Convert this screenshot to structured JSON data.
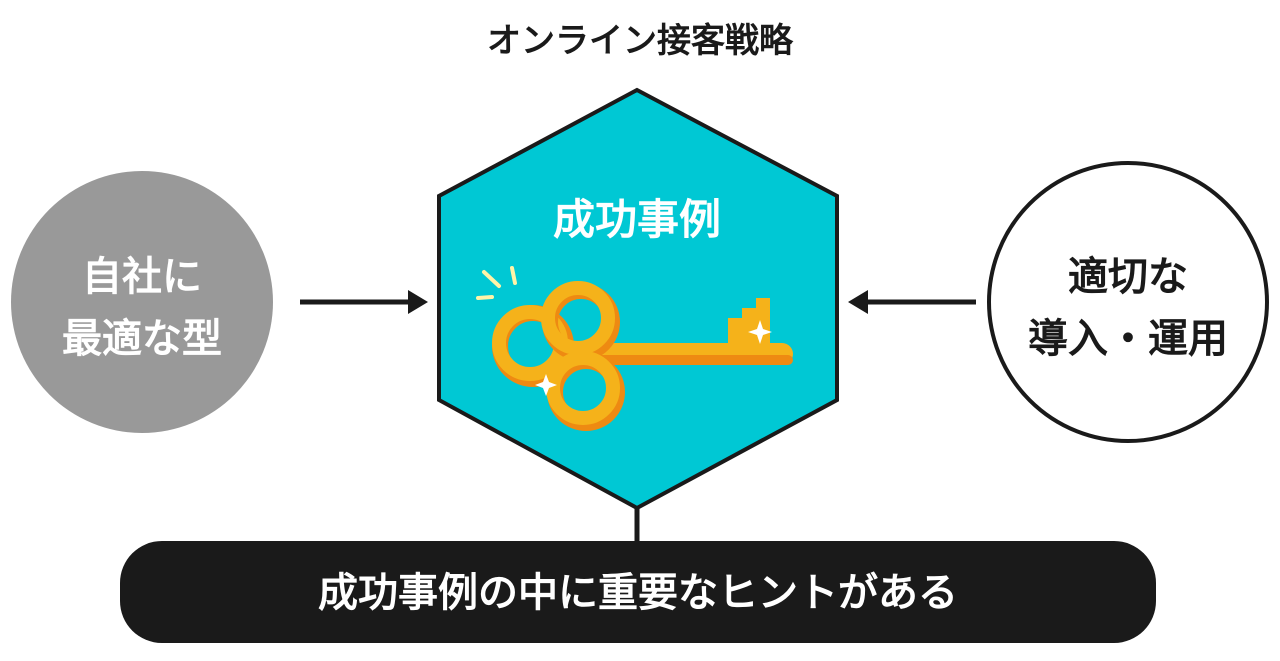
{
  "title": "オンライン接客戦略",
  "center": {
    "label": "成功事例",
    "color": "#00c8d4",
    "icon": "key-icon"
  },
  "left_node": {
    "lines": [
      "自社に",
      "最適な型"
    ],
    "fill": "#999999",
    "text_color": "#ffffff"
  },
  "right_node": {
    "lines": [
      "適切な",
      "導入・運用"
    ],
    "fill": "#ffffff",
    "text_color": "#1a1a1a"
  },
  "conclusion": {
    "text": "成功事例の中に重要なヒントがある",
    "fill": "#1a1a1a"
  },
  "colors": {
    "key_gold": "#f5b21a",
    "key_dark": "#ee8a12",
    "stroke": "#1a1a1a"
  }
}
